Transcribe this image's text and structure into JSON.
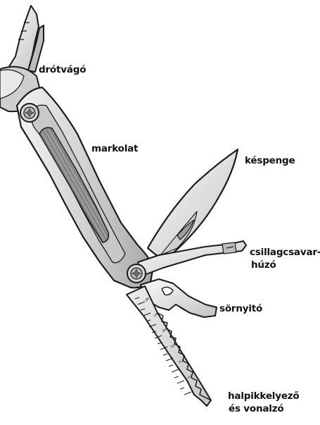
{
  "labels": {
    "wire_cutter": "drótvágó",
    "handle": "markolat",
    "knife_blade": "késpenge",
    "phillips_line1": "csillagcsavar-",
    "phillips_line2": "húzó",
    "bottle_opener": "sörnyitó",
    "saw_line1": "halpikkelyező",
    "saw_line2": "és vonalzó"
  },
  "ruler_marks": [
    "6",
    "5",
    "4",
    "3",
    "2",
    "1"
  ],
  "colors": {
    "outline": "#1a1a1a",
    "metal_light": "#e6e6e6",
    "metal_mid": "#bdbdbd",
    "metal_dark": "#7d7d7d",
    "grip": "#6e6e6e",
    "background": "#ffffff"
  }
}
